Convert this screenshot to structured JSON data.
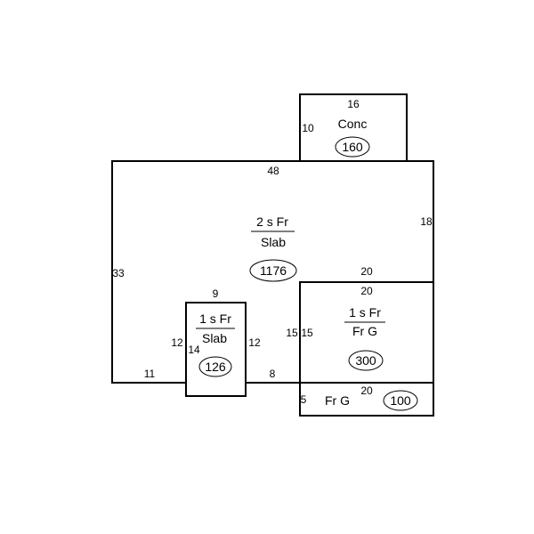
{
  "diagram": {
    "sections": {
      "main": {
        "label_top": "2 s Fr",
        "label_bottom": "Slab",
        "area": "1176",
        "dims": {
          "top": "48",
          "left": "33",
          "right": "18",
          "bottom_left": "11",
          "bottom_mid": "8",
          "step_top": "20"
        }
      },
      "porch": {
        "label": "Conc",
        "area": "160",
        "dims": {
          "top": "16",
          "left": "10"
        }
      },
      "small_addition": {
        "label_top": "1 s Fr",
        "label_bottom": "Slab",
        "area": "126",
        "dims": {
          "top": "9",
          "left": "12",
          "inner": "14",
          "right": "12"
        }
      },
      "garage_addition": {
        "label_top": "1 s Fr",
        "label_bottom": "Fr G",
        "area": "300",
        "dims": {
          "top": "20",
          "left_outer": "15",
          "left_inner": "15"
        }
      },
      "garage_strip": {
        "label": "Fr G",
        "area": "100",
        "dims": {
          "top": "20",
          "left": "5"
        }
      }
    }
  }
}
